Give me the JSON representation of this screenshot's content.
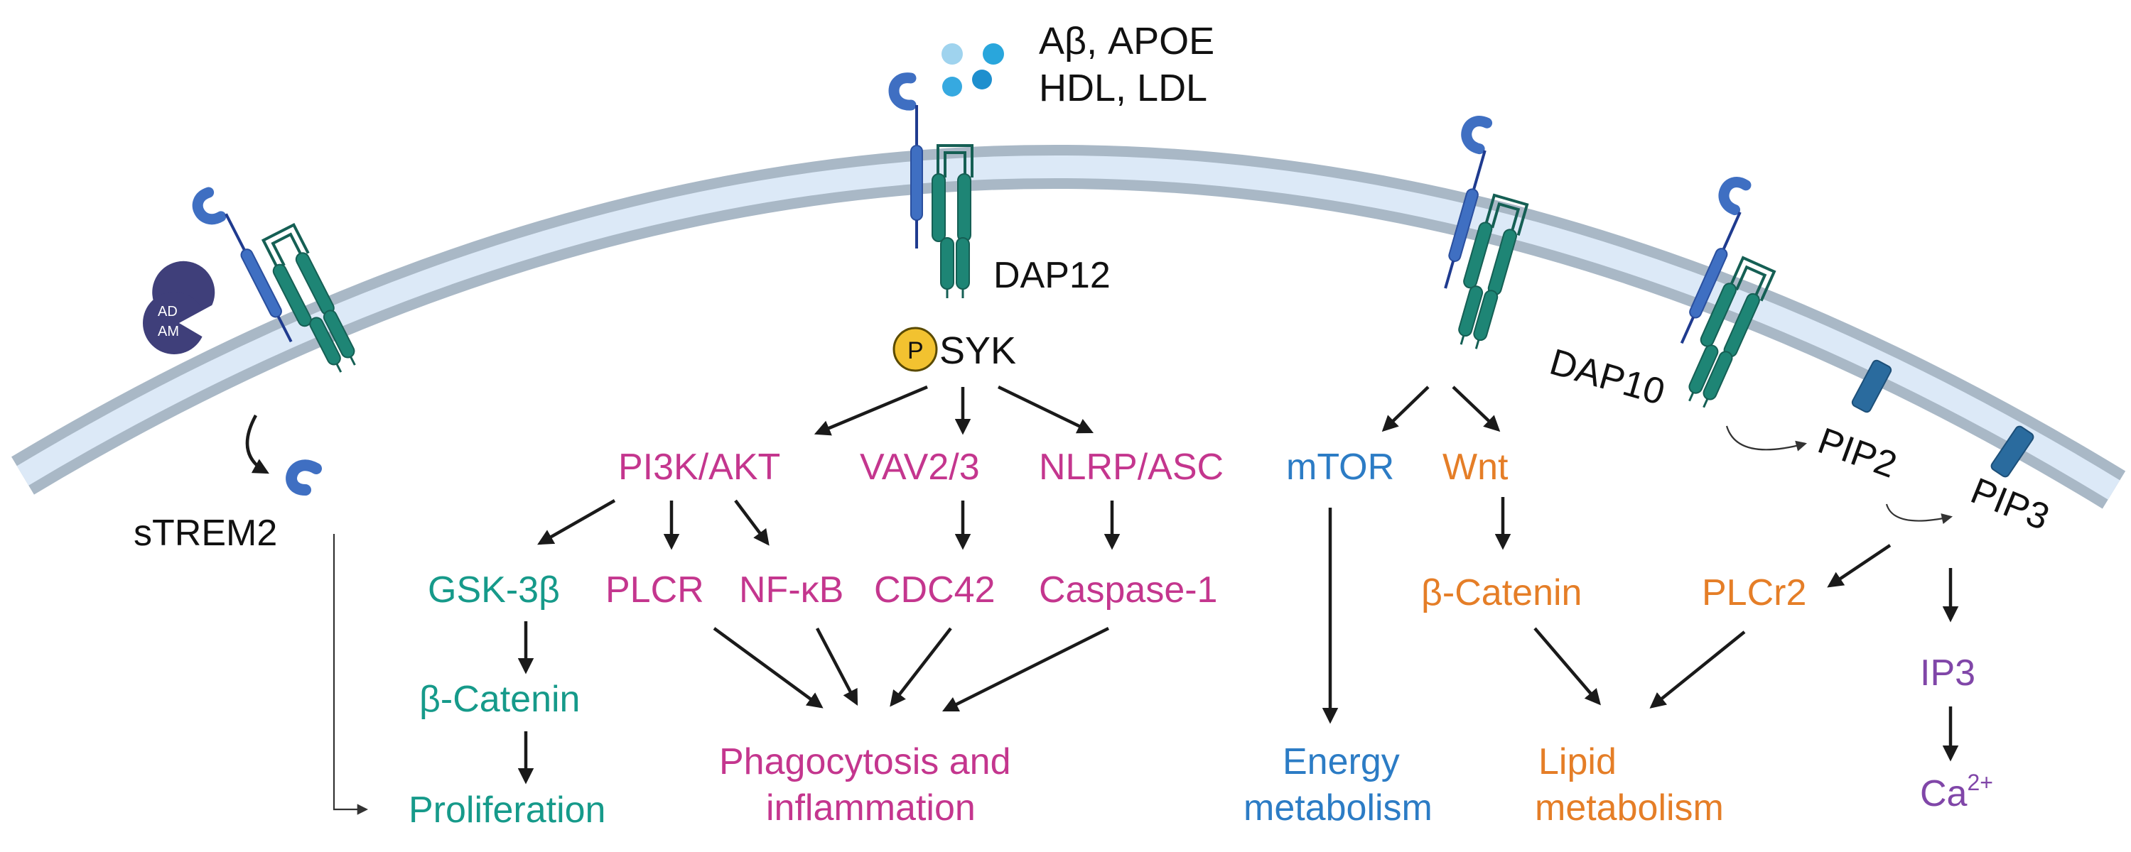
{
  "ligands": {
    "line1": "Aβ, APOE",
    "line2": "HDL, LDL"
  },
  "receptors": {
    "dap12": "DAP12",
    "dap10": "DAP10",
    "strem2": "sTREM2",
    "adam_line1": "AD",
    "adam_line2": "AM"
  },
  "syk": {
    "phospho": "P",
    "label": "SYK"
  },
  "pathway_dap12": {
    "pi3k": "PI3K/AKT",
    "vav": "VAV2/3",
    "nlrp": "NLRP/ASC",
    "gsk": "GSK-3β",
    "plcr": "PLCR",
    "nfkb": "NF-κB",
    "cdc42": "CDC42",
    "caspase": "Caspase-1",
    "bcatenin": "β-Catenin",
    "proliferation": "Proliferation",
    "phago_line1": "Phagocytosis and",
    "phago_line2": "inflammation"
  },
  "pathway_mtor": {
    "mtor": "mTOR",
    "energy_line1": "Energy",
    "energy_line2": "metabolism"
  },
  "pathway_wnt": {
    "wnt": "Wnt",
    "bcatenin": "β-Catenin",
    "lipid_line1": "Lipid",
    "lipid_line2": "metabolism"
  },
  "pathway_dap10": {
    "pip2": "PIP2",
    "pip3": "PIP3",
    "plcr2": "PLCr2",
    "ip3": "IP3",
    "ca": "Ca",
    "ca_sup": "2+"
  },
  "colors": {
    "membrane_outer": "#a9b8c6",
    "membrane_inner": "#dce9f7",
    "trem2_blue": "#3f6fc2",
    "dap_teal": "#1e8575",
    "magenta": "#c4368e",
    "teal_text": "#169a8a",
    "blue_text": "#2c7cc5",
    "orange_text": "#e57e27",
    "purple_text": "#8046a8",
    "syk_yellow": "#f2c230",
    "adam_purple": "#3f3f7a"
  }
}
